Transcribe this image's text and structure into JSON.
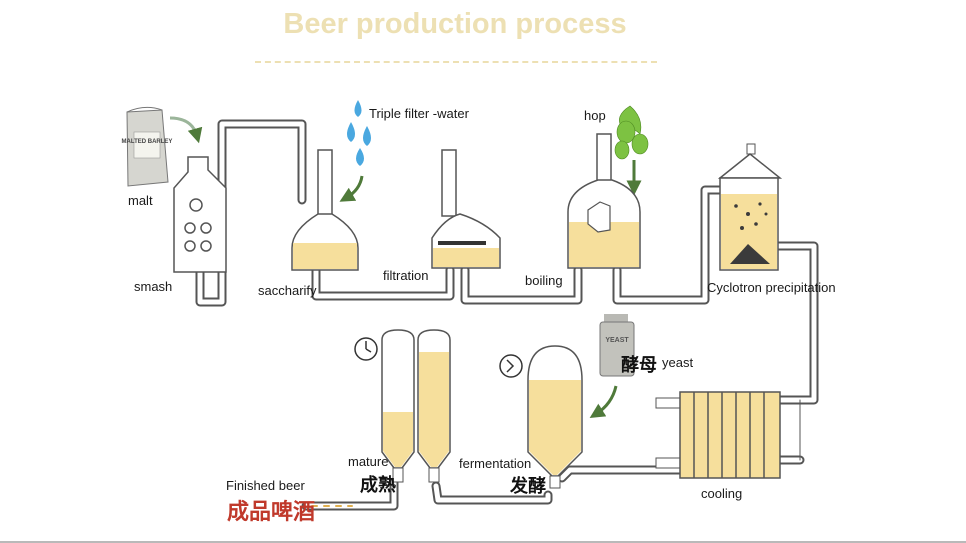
{
  "title": "Beer production process",
  "labels": {
    "malt": "malt",
    "smash": "smash",
    "water": "Triple filter -water",
    "saccharify": "saccharify",
    "filtration": "filtration",
    "hop": "hop",
    "boiling": "boiling",
    "cyclotron": "Cyclotron precipitation",
    "yeast": "yeast",
    "yeast_cn": "酵母",
    "cooling": "cooling",
    "fermentation": "fermentation",
    "fermentation_cn": "发酵",
    "mature": "mature",
    "mature_cn": "成熟",
    "finished": "Finished beer",
    "finished_cn": "成品啤酒"
  },
  "packaging": {
    "malt_bag": "MALTED BARLEY",
    "yeast_bottle": "YEAST"
  },
  "colors": {
    "title": "#ede0b3",
    "liquid": "#f6df9c",
    "pipe": "#555555",
    "arrow": "#4f7a3a",
    "water": "#4aa8e0",
    "hop": "#7dc242",
    "red_text": "#c0392b"
  },
  "icons": [
    "malt-bag-icon",
    "water-drops-icon",
    "hop-cone-icon",
    "yeast-bottle-icon",
    "clock-icon"
  ]
}
